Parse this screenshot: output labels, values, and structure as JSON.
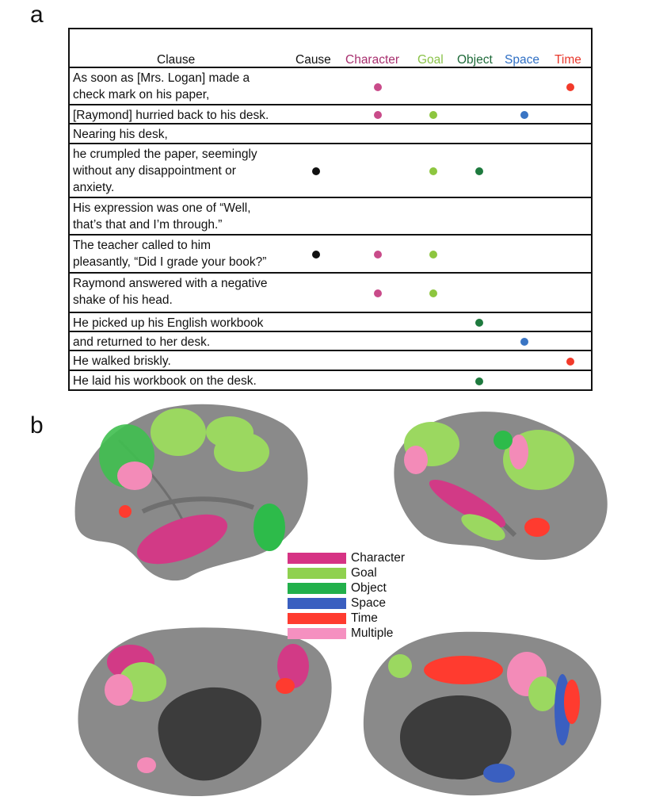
{
  "panels": {
    "a": "a",
    "b": "b"
  },
  "table": {
    "headers": {
      "clause": "Clause",
      "cause": "Cause",
      "character": "Character",
      "goal": "Goal",
      "object": "Object",
      "space": "Space",
      "time": "Time"
    },
    "colors": {
      "cause": "#111111",
      "character": "#a8306f",
      "goal": "#8bc34a",
      "object": "#1f6b3a",
      "space": "#2f6fc4",
      "time": "#e8382c"
    },
    "dot_colors": {
      "cause": "#111111",
      "character": "#c94b8a",
      "goal": "#8dc63f",
      "object": "#1e7a3e",
      "space": "#3a75c4",
      "time": "#f23a2a"
    },
    "rows": [
      {
        "lines": [
          "As soon as [Mrs. Logan] made a",
          "check mark on his paper,"
        ],
        "marks": [
          "character",
          "time"
        ]
      },
      {
        "lines": [
          "[Raymond] hurried back to his desk."
        ],
        "marks": [
          "character",
          "goal",
          "space"
        ]
      },
      {
        "lines": [
          "Nearing his desk,"
        ],
        "marks": []
      },
      {
        "lines": [
          "he crumpled the paper, seemingly",
          "without any disappointment or",
          "anxiety."
        ],
        "marks": [
          "cause",
          "goal",
          "object"
        ]
      },
      {
        "lines": [
          "His expression was one of “Well,",
          "that’s that and I’m through.”"
        ],
        "marks": []
      },
      {
        "lines": [
          "The teacher called to him",
          "pleasantly, “Did I grade your book?”"
        ],
        "marks": [
          "cause",
          "character",
          "goal"
        ]
      },
      {
        "lines": [
          "Raymond answered with a negative",
          "shake of his head."
        ],
        "marks": [
          "character",
          "goal"
        ]
      },
      {
        "lines": [
          "He picked up his English workbook"
        ],
        "marks": [
          "object"
        ]
      },
      {
        "lines": [
          "and returned to her desk."
        ],
        "marks": [
          "space"
        ]
      },
      {
        "lines": [
          "He walked briskly."
        ],
        "marks": [
          "time"
        ]
      },
      {
        "lines": [
          "He laid his workbook on the desk."
        ],
        "marks": [
          "object"
        ]
      }
    ]
  },
  "legend": [
    {
      "label": "Character",
      "color": "#d63384"
    },
    {
      "label": "Goal",
      "color": "#8fd14f"
    },
    {
      "label": "Object",
      "color": "#22b04b"
    },
    {
      "label": "Space",
      "color": "#3a5fc0"
    },
    {
      "label": "Time",
      "color": "#ff3b2f"
    },
    {
      "label": "Multiple",
      "color": "#f590c0"
    }
  ]
}
